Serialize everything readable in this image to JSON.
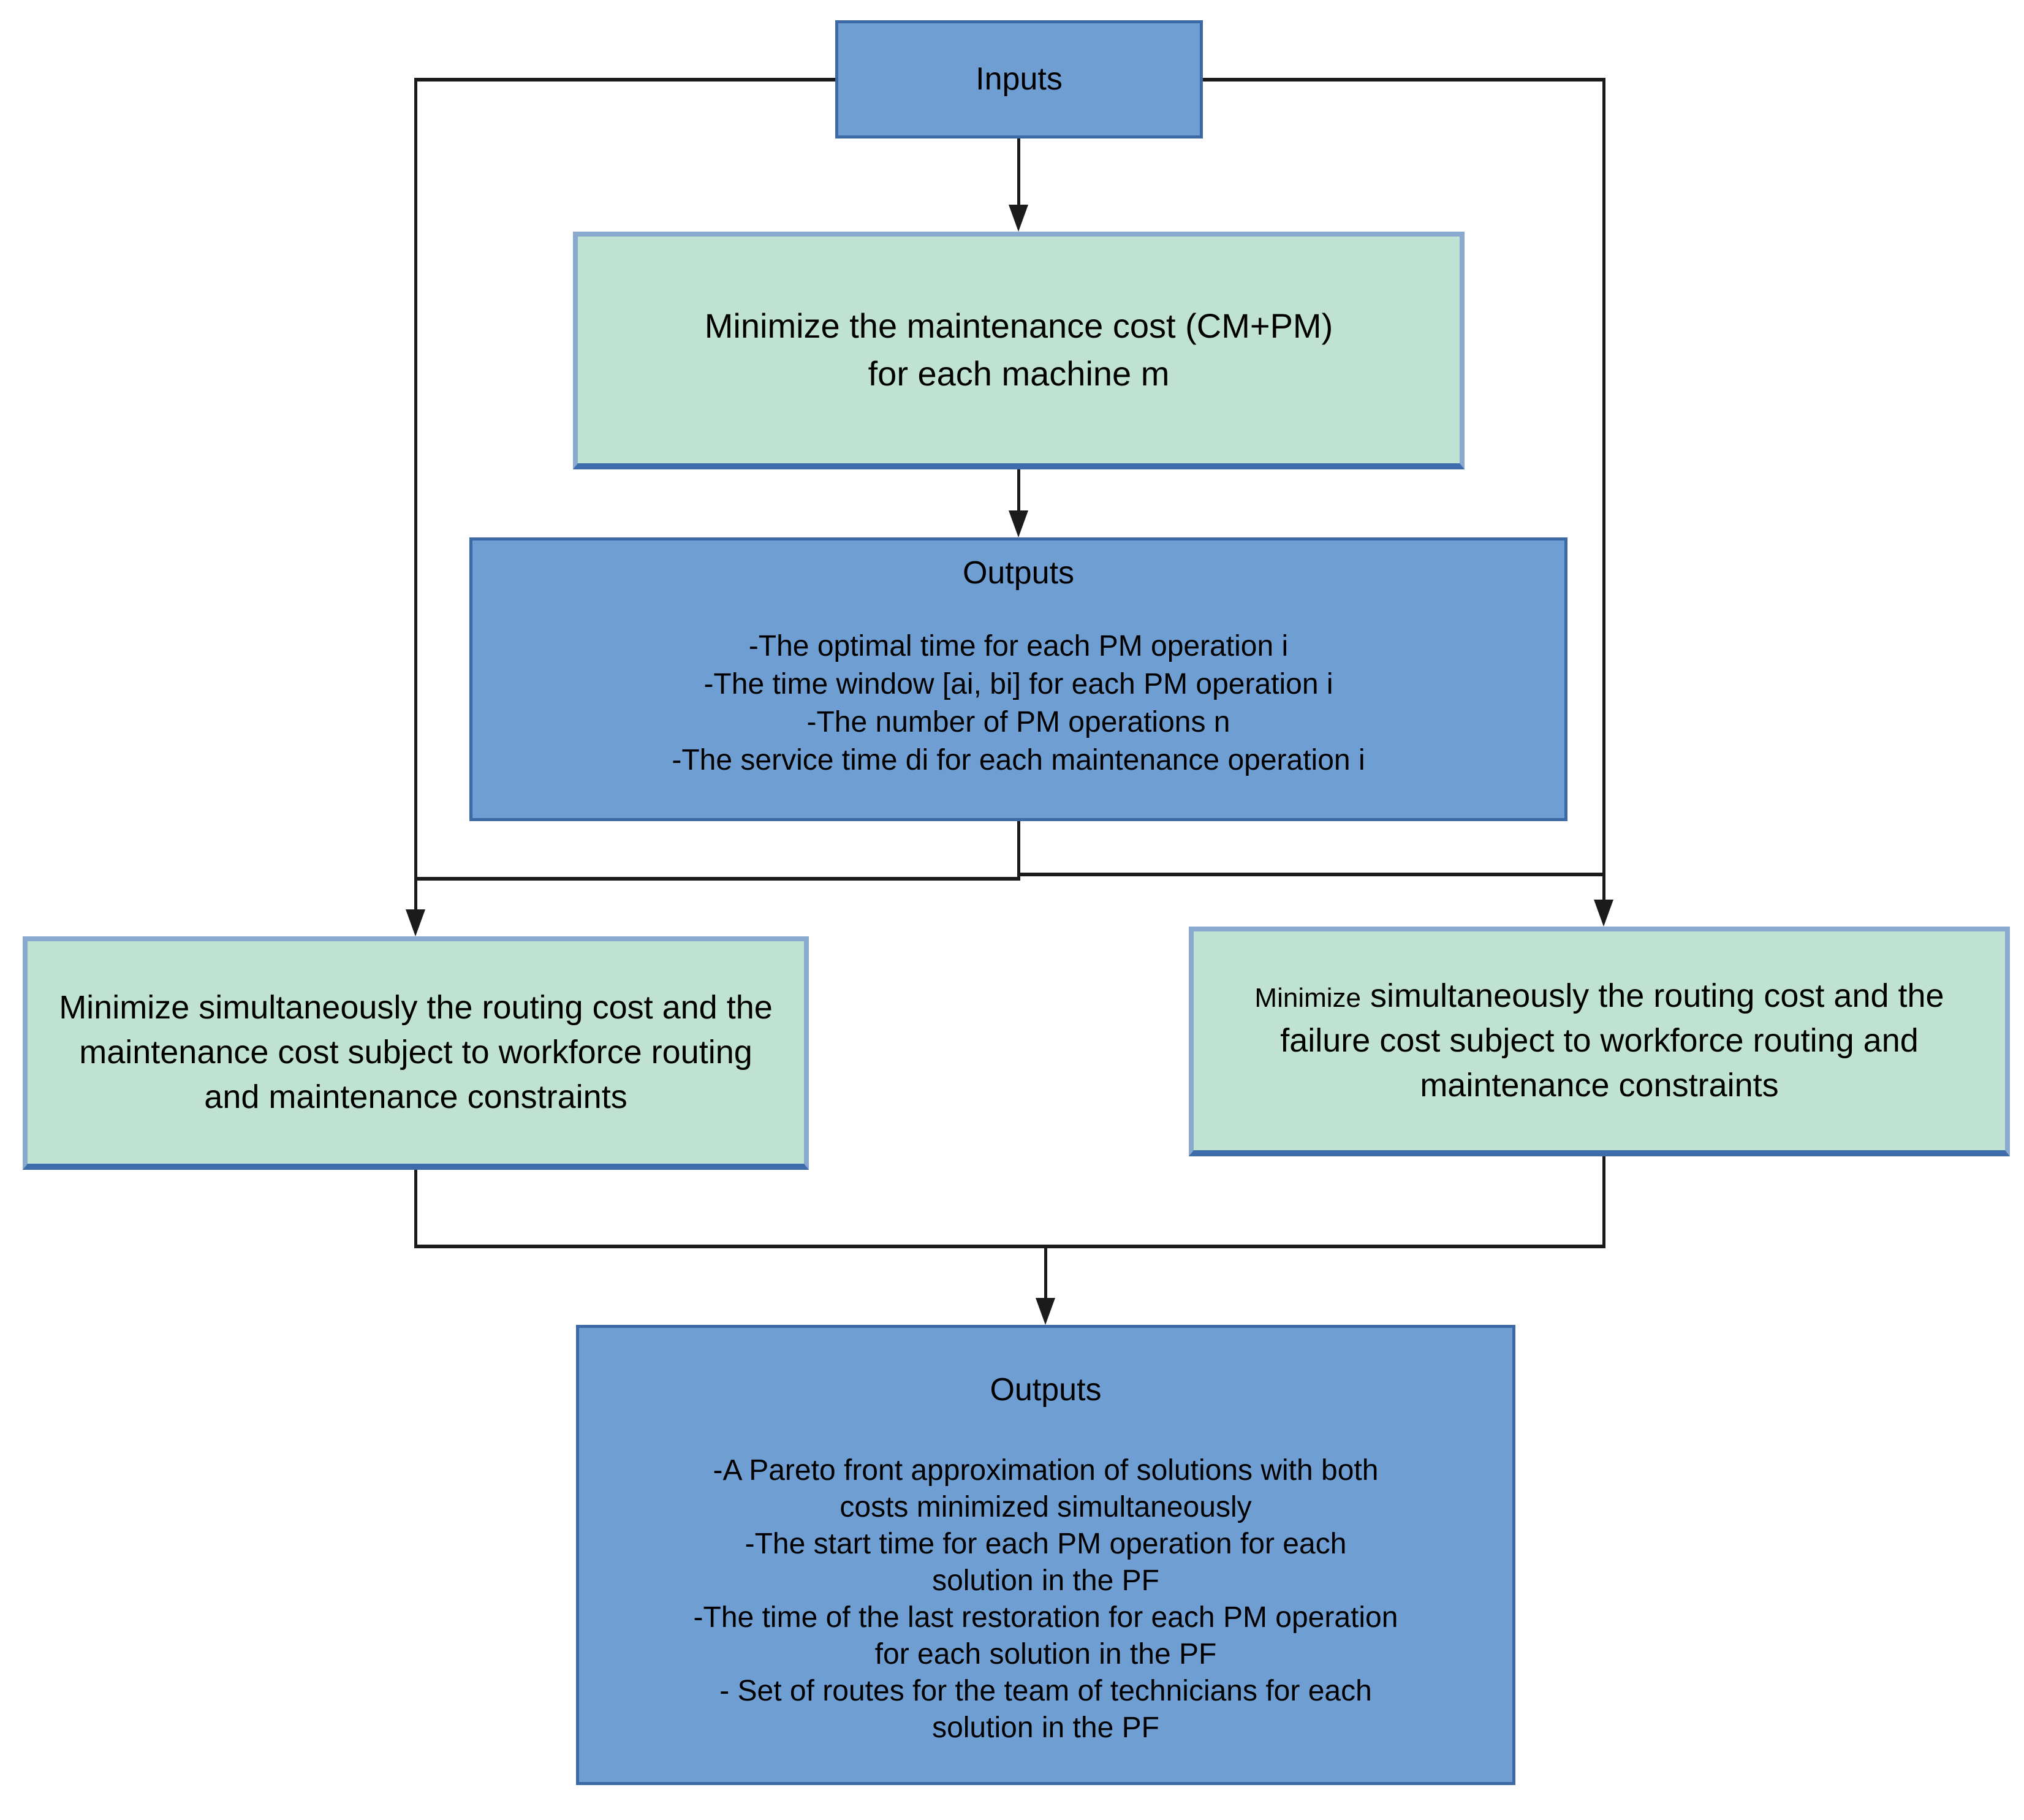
{
  "colors": {
    "blue_fill": "#6F9ED3",
    "blue_border": "#3D69A7",
    "green_fill": "#BFE2D2",
    "green_border": "#8AA9CE",
    "green_border_dark": "#3F6CAB",
    "connector": "#1B1B1B"
  },
  "nodes": {
    "inputs": {
      "label": "Inputs"
    },
    "minimize_maintenance": {
      "line1": "Minimize the maintenance cost (CM+PM)",
      "line2": "for each machine m"
    },
    "outputs_intermediate": {
      "title": "Outputs",
      "items": [
        "-The optimal time for each PM operation i",
        "-The time window [ai, bi] for each PM operation i",
        "-The number of PM operations n",
        "-The service time di for each maintenance operation i"
      ]
    },
    "minimize_routing_maintenance": {
      "line1": "Minimize simultaneously the routing cost and the",
      "line2": "maintenance cost subject to workforce routing",
      "line3": "and maintenance constraints"
    },
    "minimize_routing_failure": {
      "prefix": "Minimize",
      "line1": "simultaneously the routing cost and the",
      "line2": "failure cost subject to workforce routing and",
      "line3": "maintenance constraints"
    },
    "outputs_final": {
      "title": "Outputs",
      "lines": [
        "-A Pareto front approximation of solutions with both",
        "costs minimized simultaneously",
        "-The start time for each PM operation for each",
        "solution in the PF",
        "-The time of the last restoration for each PM operation",
        "for each solution in the PF",
        "- Set of routes for the team of technicians for each",
        "solution in the PF"
      ]
    }
  }
}
